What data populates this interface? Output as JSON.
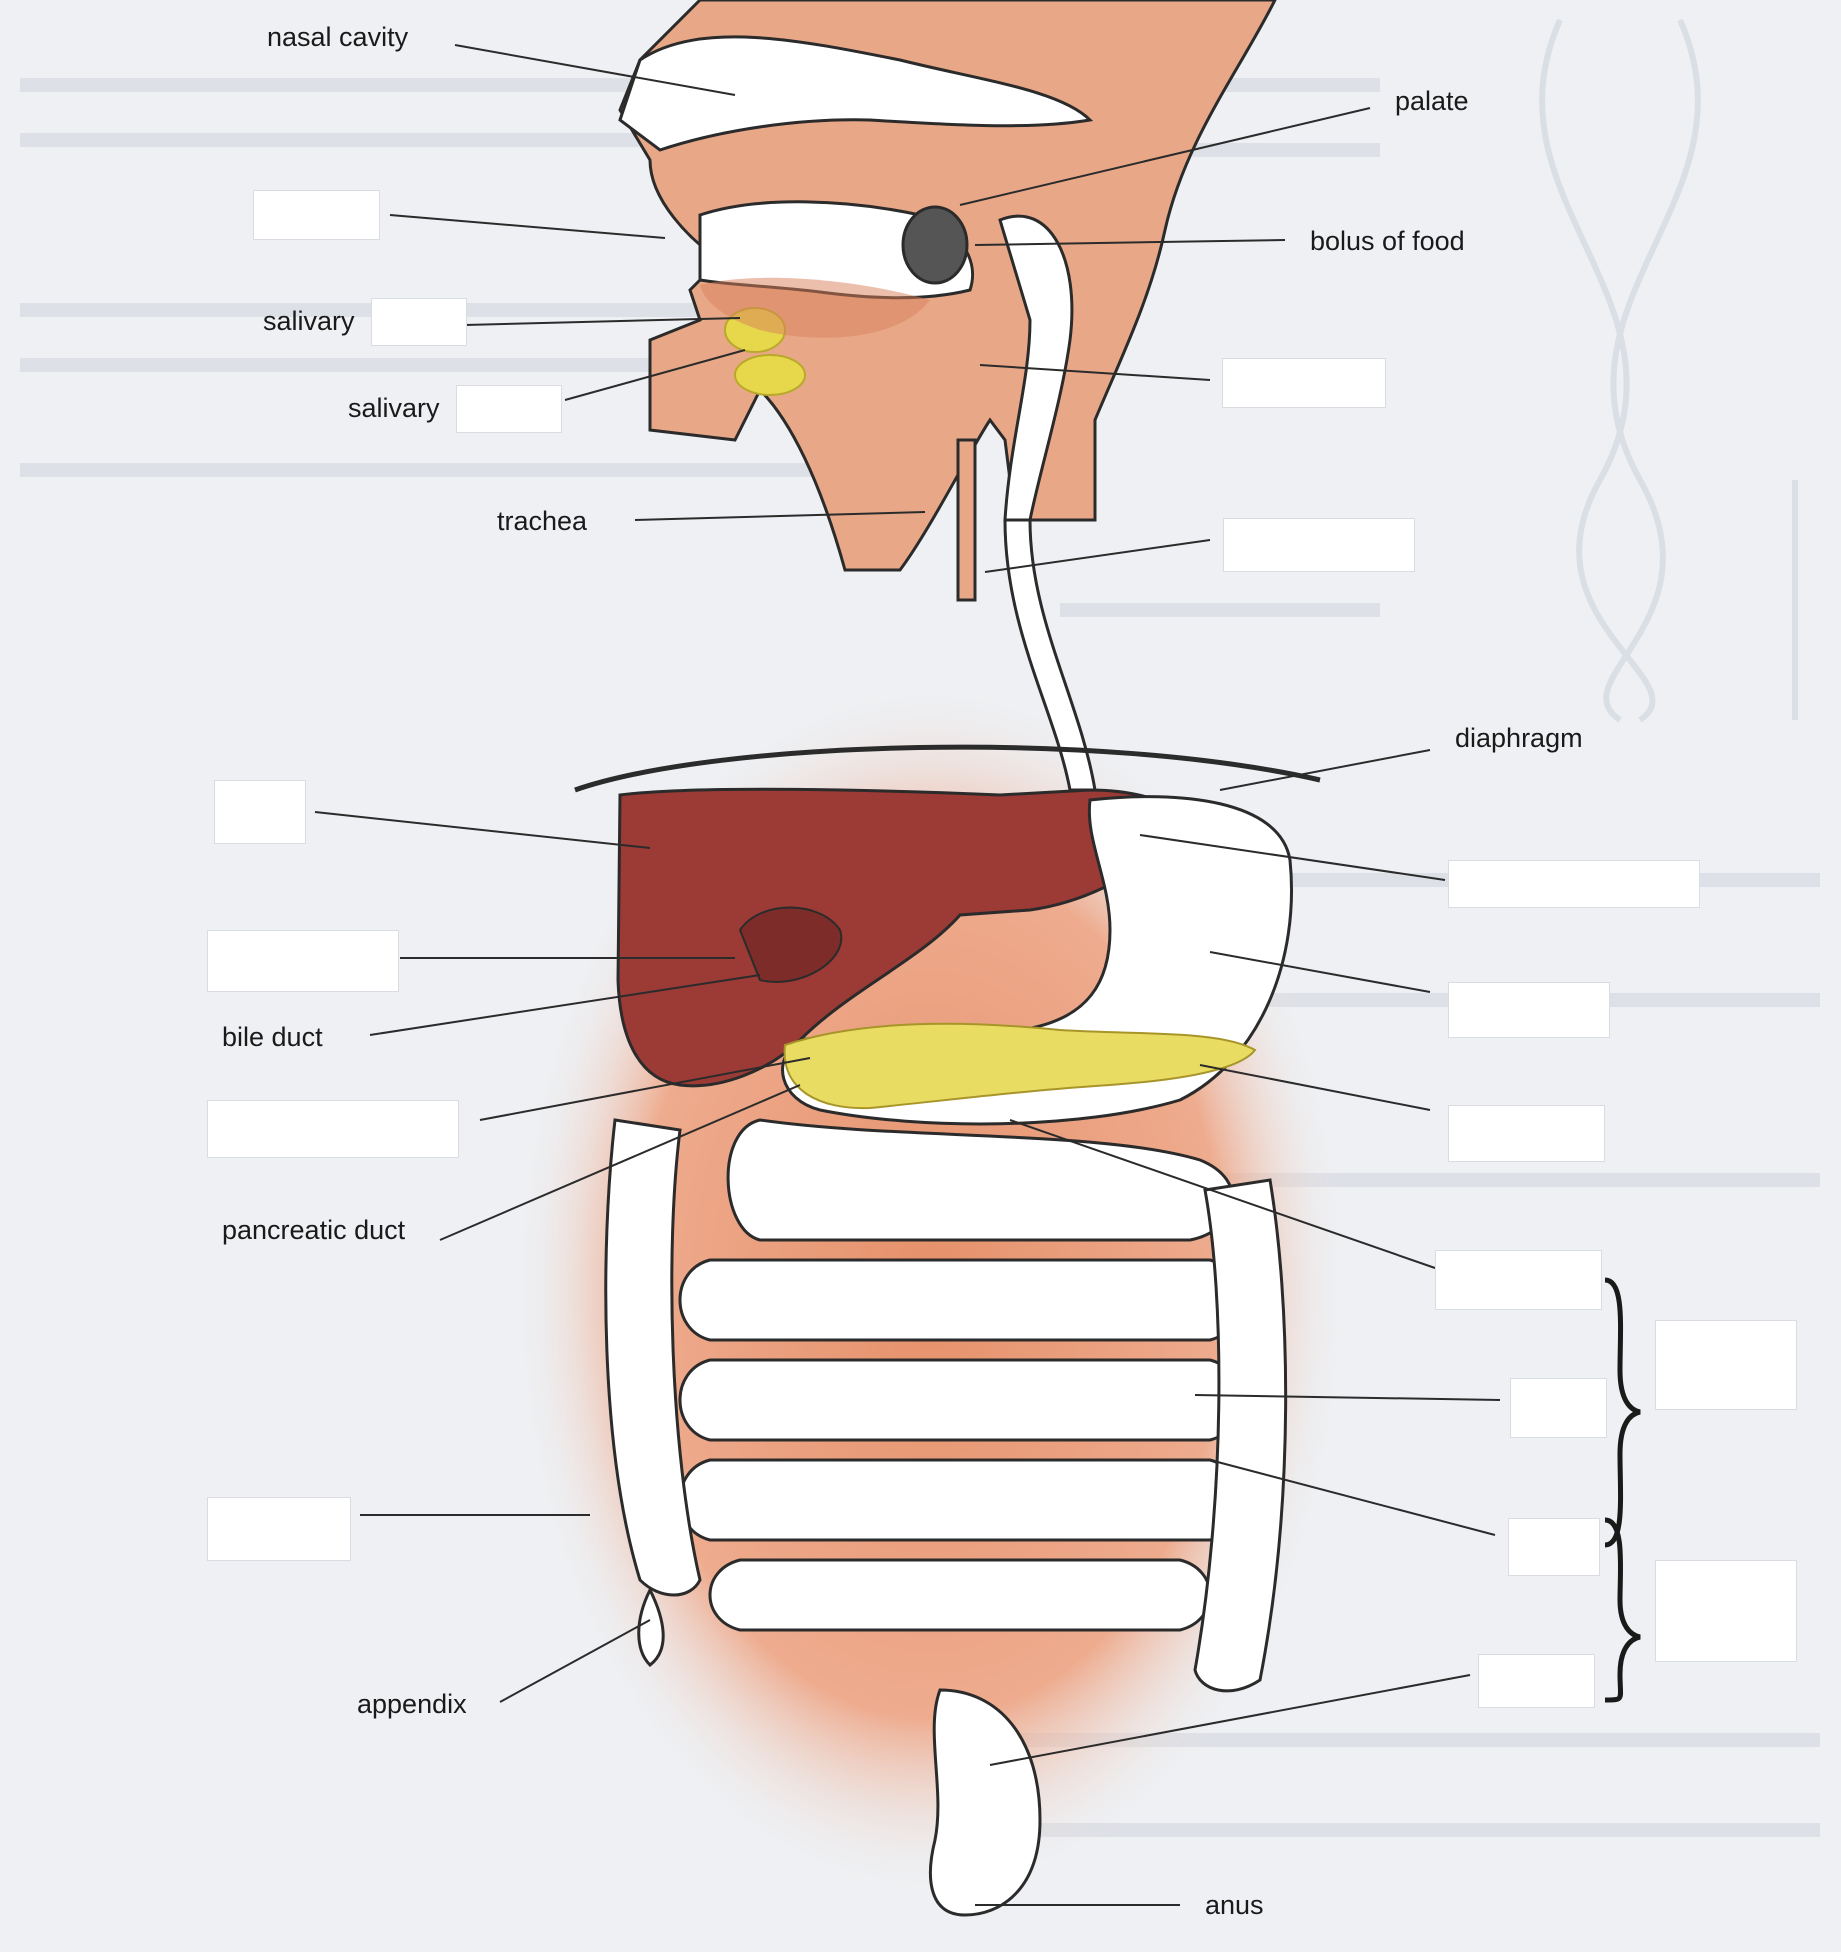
{
  "labels": {
    "nasal_cavity": "nasal cavity",
    "palate": "palate",
    "bolus_of_food": "bolus of food",
    "salivary_1": "salivary",
    "salivary_2": "salivary",
    "trachea": "trachea",
    "diaphragm": "diaphragm",
    "bile_duct": "bile duct",
    "pancreatic_duct": "pancreatic duct",
    "appendix": "appendix",
    "anus": "anus"
  },
  "colors": {
    "background": "#eef0f3",
    "tissue": "#e8a888",
    "tissue_dark": "#d9805c",
    "liver": "#9c3a36",
    "pancreas": "#e9dc62",
    "gland": "#e6d84a",
    "outline": "#2b2b2b",
    "gut_fill": "#ffffff",
    "blank_box": "#ffffff"
  }
}
